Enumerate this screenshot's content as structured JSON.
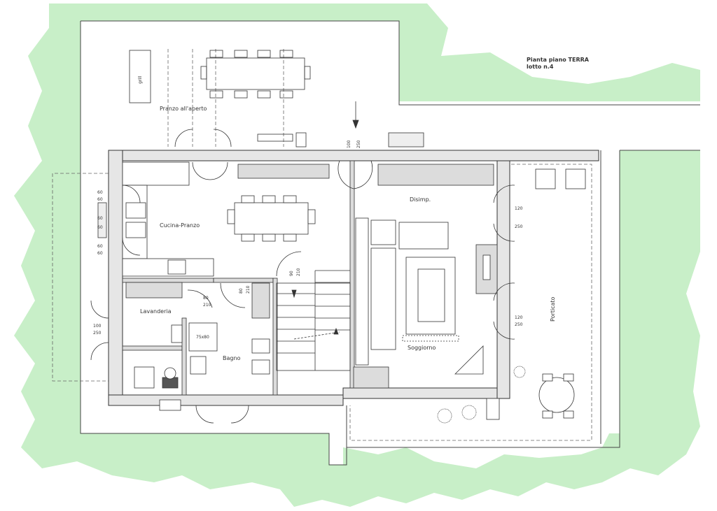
{
  "title": {
    "line1": "Pianta piano TERRA",
    "line2": "lotto n.4"
  },
  "rooms": {
    "pranzo": "Pranzo all'aperto",
    "cucina": "Cucina-Pranzo",
    "disimp": "Disimp.",
    "lavanderia": "Lavanderia",
    "bagno": "Bagno",
    "soggiorno": "Soggiorno",
    "porticato": "Porticato",
    "grill": "grill"
  },
  "dims": {
    "d100": "100",
    "d250a": "250",
    "d120a": "120",
    "d250b": "250",
    "d120b": "120",
    "d250c": "250",
    "d100b": "100",
    "d250d": "250",
    "d80a": "80",
    "d210a": "210",
    "d80b": "80",
    "d210b": "210",
    "d90": "90",
    "d210c": "210",
    "shower": "75x80",
    "k60a": "60",
    "k60b": "60",
    "k60c": "60",
    "k60d": "60",
    "k60e": "60",
    "k60f": "60"
  },
  "colors": {
    "green": "#c8efc8",
    "wall": "#d9d9d9",
    "line": "#333333"
  }
}
